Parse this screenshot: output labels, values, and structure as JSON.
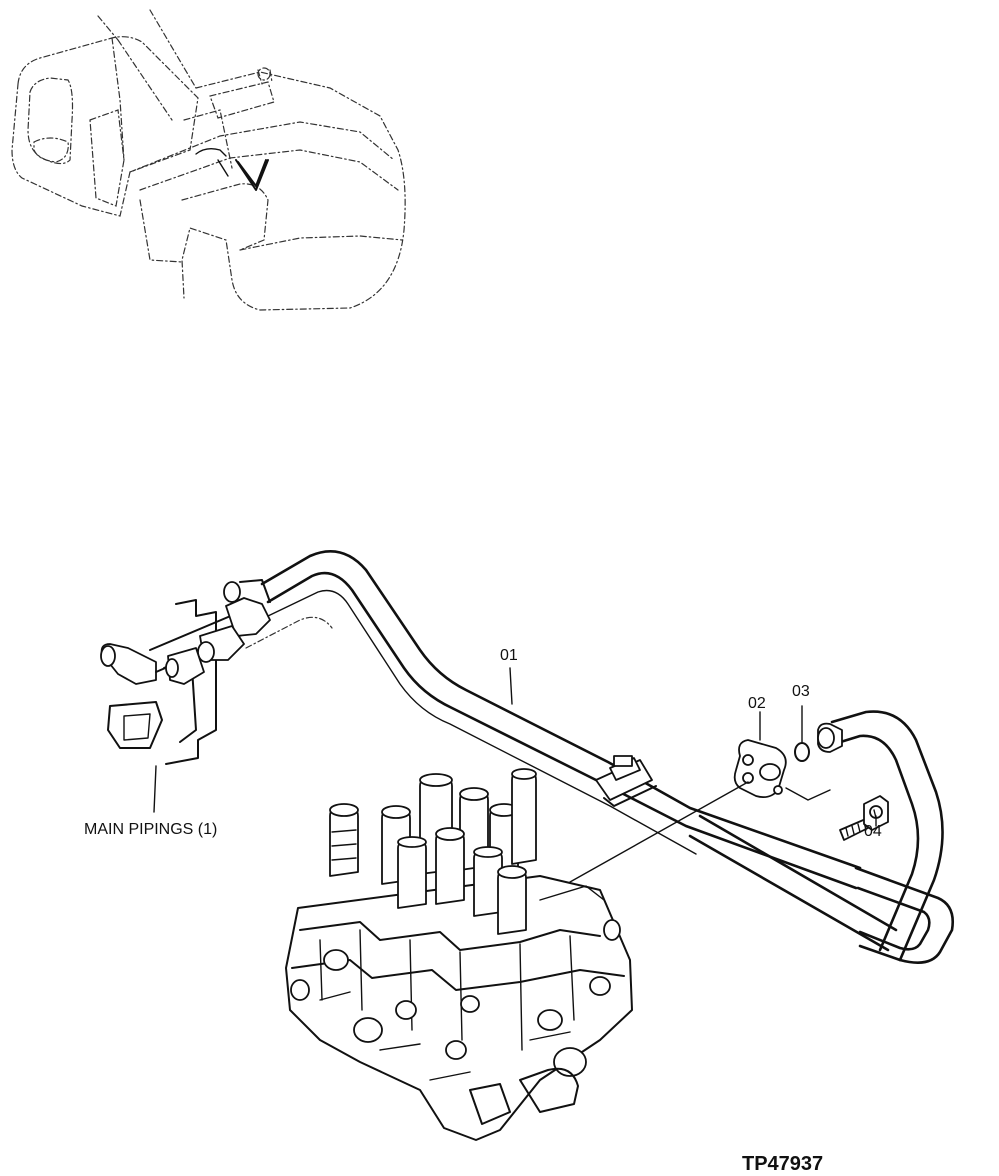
{
  "callouts": {
    "p01": "01",
    "p02": "02",
    "p03": "03",
    "p04": "04",
    "main_pipings": "MAIN PIPINGS (1)"
  },
  "drawing_code": "TP47937"
}
